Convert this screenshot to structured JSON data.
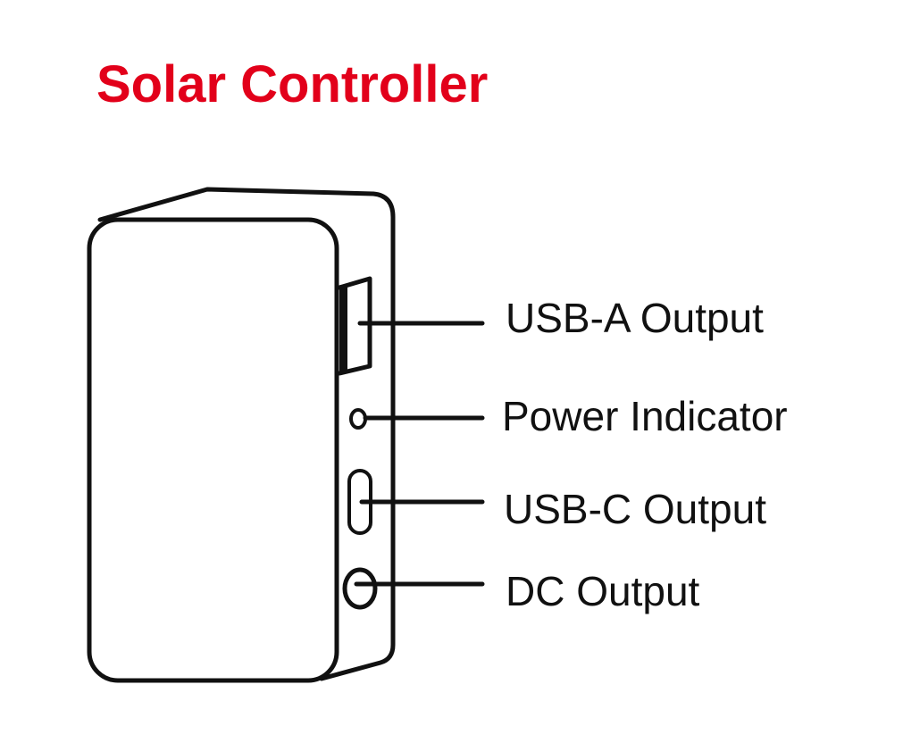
{
  "title": "Solar Controller",
  "colors": {
    "title": "#e2001a",
    "ink": "#111111",
    "background": "#ffffff"
  },
  "device": {
    "name": "solar-controller-device"
  },
  "callouts": [
    {
      "id": "usb-a",
      "label": "USB-A Output",
      "icon": "usb-a-port-icon"
    },
    {
      "id": "power",
      "label": "Power Indicator",
      "icon": "power-indicator-led-icon"
    },
    {
      "id": "usb-c",
      "label": "USB-C Output",
      "icon": "usb-c-port-icon"
    },
    {
      "id": "dc",
      "label": "DC Output",
      "icon": "dc-jack-icon"
    }
  ]
}
